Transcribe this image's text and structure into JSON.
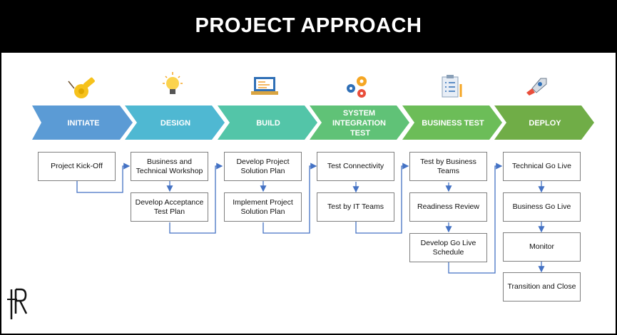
{
  "title": "PROJECT APPROACH",
  "colors": {
    "initiate": "#5b9bd5",
    "design": "#4fb8d2",
    "build": "#53c5a8",
    "integration": "#60c277",
    "business_test": "#6cbd58",
    "deploy": "#70ad47",
    "connector": "#4472c4"
  },
  "phases": [
    {
      "label": "INITIATE",
      "icon": "whistle-icon"
    },
    {
      "label": "DESIGN",
      "icon": "lightbulb-icon"
    },
    {
      "label": "BUILD",
      "icon": "laptop-code-icon"
    },
    {
      "label": "SYSTEM INTEGRATION TEST",
      "icon": "gears-icon"
    },
    {
      "label": "BUSINESS TEST",
      "icon": "checklist-icon"
    },
    {
      "label": "DEPLOY",
      "icon": "rocket-icon"
    }
  ],
  "tasks": {
    "initiate": [
      "Project Kick-Off"
    ],
    "design": [
      "Business and Technical Workshop",
      "Develop Acceptance Test Plan"
    ],
    "build": [
      "Develop Project Solution Plan",
      "Implement Project Solution Plan"
    ],
    "integration": [
      "Test Connectivity",
      "Test by IT Teams"
    ],
    "business_test": [
      "Test by Business Teams",
      "Readiness Review",
      "Develop Go Live Schedule"
    ],
    "deploy": [
      "Technical Go Live",
      "Business Go Live",
      "Monitor",
      "Transition and Close"
    ]
  },
  "logo": "IR"
}
